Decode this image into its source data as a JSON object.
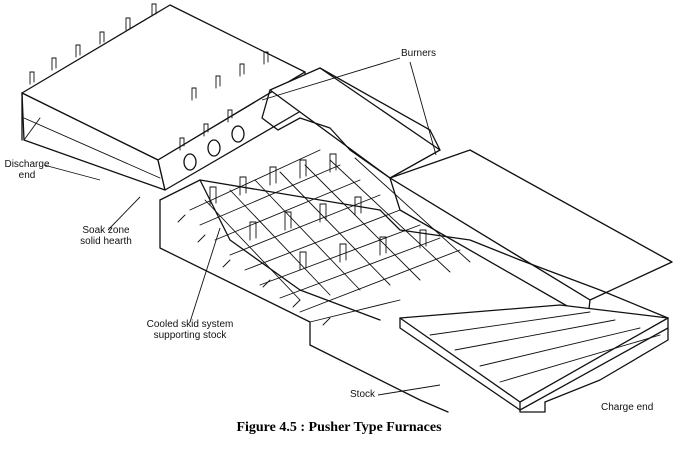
{
  "figure": {
    "caption": "Figure 4.5 :  Pusher Type Furnaces",
    "labels": {
      "burners": "Burners",
      "discharge_end": [
        "Discharge",
        "end"
      ],
      "soak_zone": [
        "Soak zone",
        "solid hearth"
      ],
      "skid_system": [
        "Cooled skid system",
        "supporting stock"
      ],
      "stock": "Stock",
      "charge_end": "Charge end"
    }
  }
}
